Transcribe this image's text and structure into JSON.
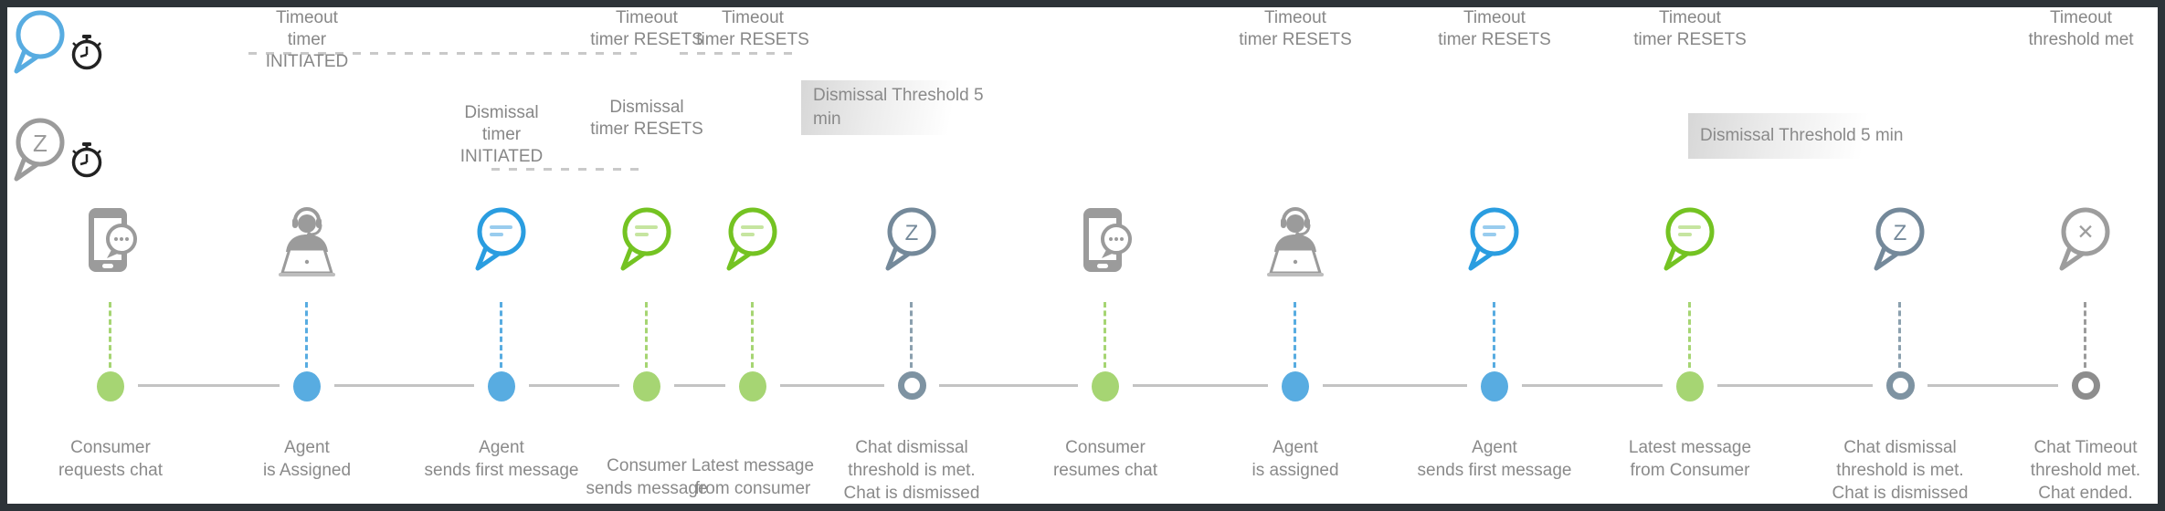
{
  "frame": {
    "border_color": "#2d3338",
    "background": "#ffffff"
  },
  "colors": {
    "dot_green": "#a6d573",
    "dot_blue": "#58ace1",
    "ring_slate": "#7e93a2",
    "ring_gray": "#8d8d8d",
    "bubble_blue": "#2a9de0",
    "bubble_green": "#74c322",
    "bubble_slate": "#74899a",
    "icon_gray": "#9b9b9b",
    "text_gray": "#8a8a8a",
    "timeline_line": "#c3c3c3",
    "threshold_box_gradient_start": "#d7d7d7"
  },
  "glyphs": {
    "sleep": "Z",
    "close": "✕"
  },
  "legend": [
    {
      "name": "timeout-timer",
      "icon": "chat-bubble-stopwatch"
    },
    {
      "name": "dismissal-timer",
      "icon": "sleep-bubble-stopwatch"
    }
  ],
  "timeout_row": {
    "labels": [
      {
        "lines": [
          "Timeout",
          "timer",
          "INITIATED"
        ]
      },
      {
        "lines": [
          "Timeout",
          "timer RESETS"
        ]
      },
      {
        "lines": [
          "Timeout",
          "timer RESETS"
        ]
      },
      {
        "lines": [
          "Timeout",
          "timer RESETS"
        ]
      },
      {
        "lines": [
          "Timeout",
          "timer RESETS"
        ]
      },
      {
        "lines": [
          "Timeout",
          "timer RESETS"
        ]
      },
      {
        "lines": [
          "Timeout",
          "threshold met"
        ]
      }
    ]
  },
  "dismissal_row": {
    "labels": [
      {
        "lines": [
          "Dismissal",
          "timer",
          "INITIATED"
        ]
      },
      {
        "lines": [
          "Dismissal",
          "timer RESETS"
        ]
      }
    ],
    "threshold_boxes": [
      {
        "lines": [
          "Dismissal Threshold 5",
          "min"
        ]
      },
      {
        "lines": [
          "Dismissal Threshold 5 min"
        ]
      }
    ]
  },
  "events": [
    {
      "icon": "smartphone-chat",
      "dot": "green",
      "lines": [
        "Consumer",
        "requests chat"
      ]
    },
    {
      "icon": "agent-headset",
      "dot": "blue",
      "lines": [
        "Agent",
        "is Assigned"
      ]
    },
    {
      "icon": "chat-bubble-blue",
      "dot": "blue",
      "lines": [
        "Agent",
        "sends first message"
      ]
    },
    {
      "icon": "chat-bubble-green",
      "dot": "green",
      "lines": [
        "Consumer",
        "sends message"
      ]
    },
    {
      "icon": "chat-bubble-green",
      "dot": "green",
      "lines": [
        "Latest message",
        "from consumer"
      ]
    },
    {
      "icon": "sleep-bubble",
      "dot": "ring-slate",
      "lines": [
        "Chat dismissal",
        "threshold is met.",
        "Chat is dismissed"
      ]
    },
    {
      "icon": "smartphone-chat",
      "dot": "green",
      "lines": [
        "Consumer",
        "resumes chat"
      ]
    },
    {
      "icon": "agent-headset",
      "dot": "blue",
      "lines": [
        "Agent",
        "is assigned"
      ]
    },
    {
      "icon": "chat-bubble-blue",
      "dot": "blue",
      "lines": [
        "Agent",
        "sends first message"
      ]
    },
    {
      "icon": "chat-bubble-green",
      "dot": "green",
      "lines": [
        "Latest message",
        "from  Consumer"
      ]
    },
    {
      "icon": "sleep-bubble",
      "dot": "ring-slate",
      "lines": [
        "Chat dismissal",
        "threshold is met.",
        "Chat is dismissed"
      ]
    },
    {
      "icon": "close-bubble",
      "dot": "ring-gray",
      "lines": [
        "Chat Timeout",
        "threshold met.",
        "Chat ended."
      ]
    }
  ]
}
